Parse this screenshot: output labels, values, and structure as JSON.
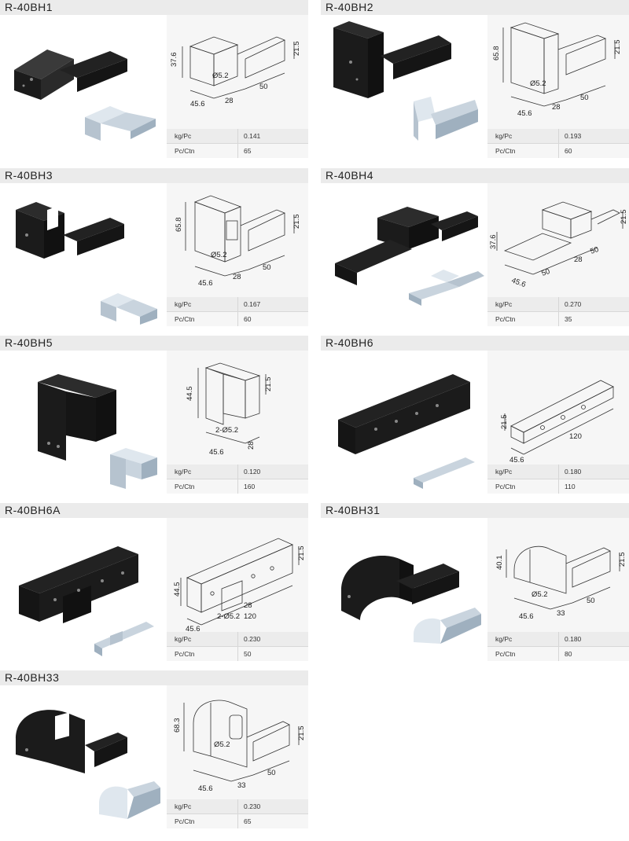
{
  "products": [
    {
      "code": "R-40BH1",
      "kg_label": "kg/Pc",
      "kg": "0.141",
      "ctn_label": "Pc/Ctn",
      "ctn": "65",
      "dims": {
        "h": "37.6",
        "w": "45.6",
        "d1": "28",
        "d2": "50",
        "r": "21.5",
        "hole": "Ø5.2"
      }
    },
    {
      "code": "R-40BH2",
      "kg_label": "kg/Pc",
      "kg": "0.193",
      "ctn_label": "Pc/Ctn",
      "ctn": "60",
      "dims": {
        "h": "65.8",
        "w": "45.6",
        "d1": "28",
        "d2": "50",
        "r": "21.5",
        "hole": "Ø5.2"
      }
    },
    {
      "code": "R-40BH3",
      "kg_label": "kg/Pc",
      "kg": "0.167",
      "ctn_label": "Pc/Ctn",
      "ctn": "60",
      "dims": {
        "h": "65.8",
        "w": "45.6",
        "d1": "28",
        "d2": "50",
        "r": "21.5",
        "hole": "Ø5.2"
      }
    },
    {
      "code": "R-40BH4",
      "kg_label": "kg/Pc",
      "kg": "0.270",
      "ctn_label": "Pc/Ctn",
      "ctn": "35",
      "dims": {
        "h": "37.6",
        "w": "45.6",
        "d1": "50",
        "d2": "28",
        "d3": "50",
        "r": "21.5"
      }
    },
    {
      "code": "R-40BH5",
      "kg_label": "kg/Pc",
      "kg": "0.120",
      "ctn_label": "Pc/Ctn",
      "ctn": "160",
      "dims": {
        "h": "44.5",
        "w": "45.6",
        "d1": "28",
        "r": "21.5",
        "hole": "2-Ø5.2"
      }
    },
    {
      "code": "R-40BH6",
      "kg_label": "kg/Pc",
      "kg": "0.180",
      "ctn_label": "Pc/Ctn",
      "ctn": "110",
      "dims": {
        "w": "45.6",
        "d1": "120",
        "r": "21.5"
      }
    },
    {
      "code": "R-40BH6A",
      "kg_label": "kg/Pc",
      "kg": "0.230",
      "ctn_label": "Pc/Ctn",
      "ctn": "50",
      "dims": {
        "h": "44.5",
        "w": "45.6",
        "d1": "120",
        "d2": "28",
        "r": "21.5",
        "hole": "2-Ø5.2"
      }
    },
    {
      "code": "R-40BH31",
      "kg_label": "kg/Pc",
      "kg": "0.180",
      "ctn_label": "Pc/Ctn",
      "ctn": "80",
      "dims": {
        "h": "40.1",
        "w": "45.6",
        "d1": "33",
        "d2": "50",
        "r": "21.5",
        "hole": "Ø5.2"
      }
    },
    {
      "code": "R-40BH33",
      "kg_label": "kg/Pc",
      "kg": "0.230",
      "ctn_label": "Pc/Ctn",
      "ctn": "65",
      "dims": {
        "h": "68.3",
        "w": "45.6",
        "d1": "33",
        "d2": "50",
        "r": "21.5",
        "hole": "Ø5.2"
      }
    }
  ],
  "colors": {
    "header_bg": "#ebebeb",
    "product_black": "#1b1b1b",
    "product_metal": "#b9c7d3",
    "line": "#333333"
  }
}
